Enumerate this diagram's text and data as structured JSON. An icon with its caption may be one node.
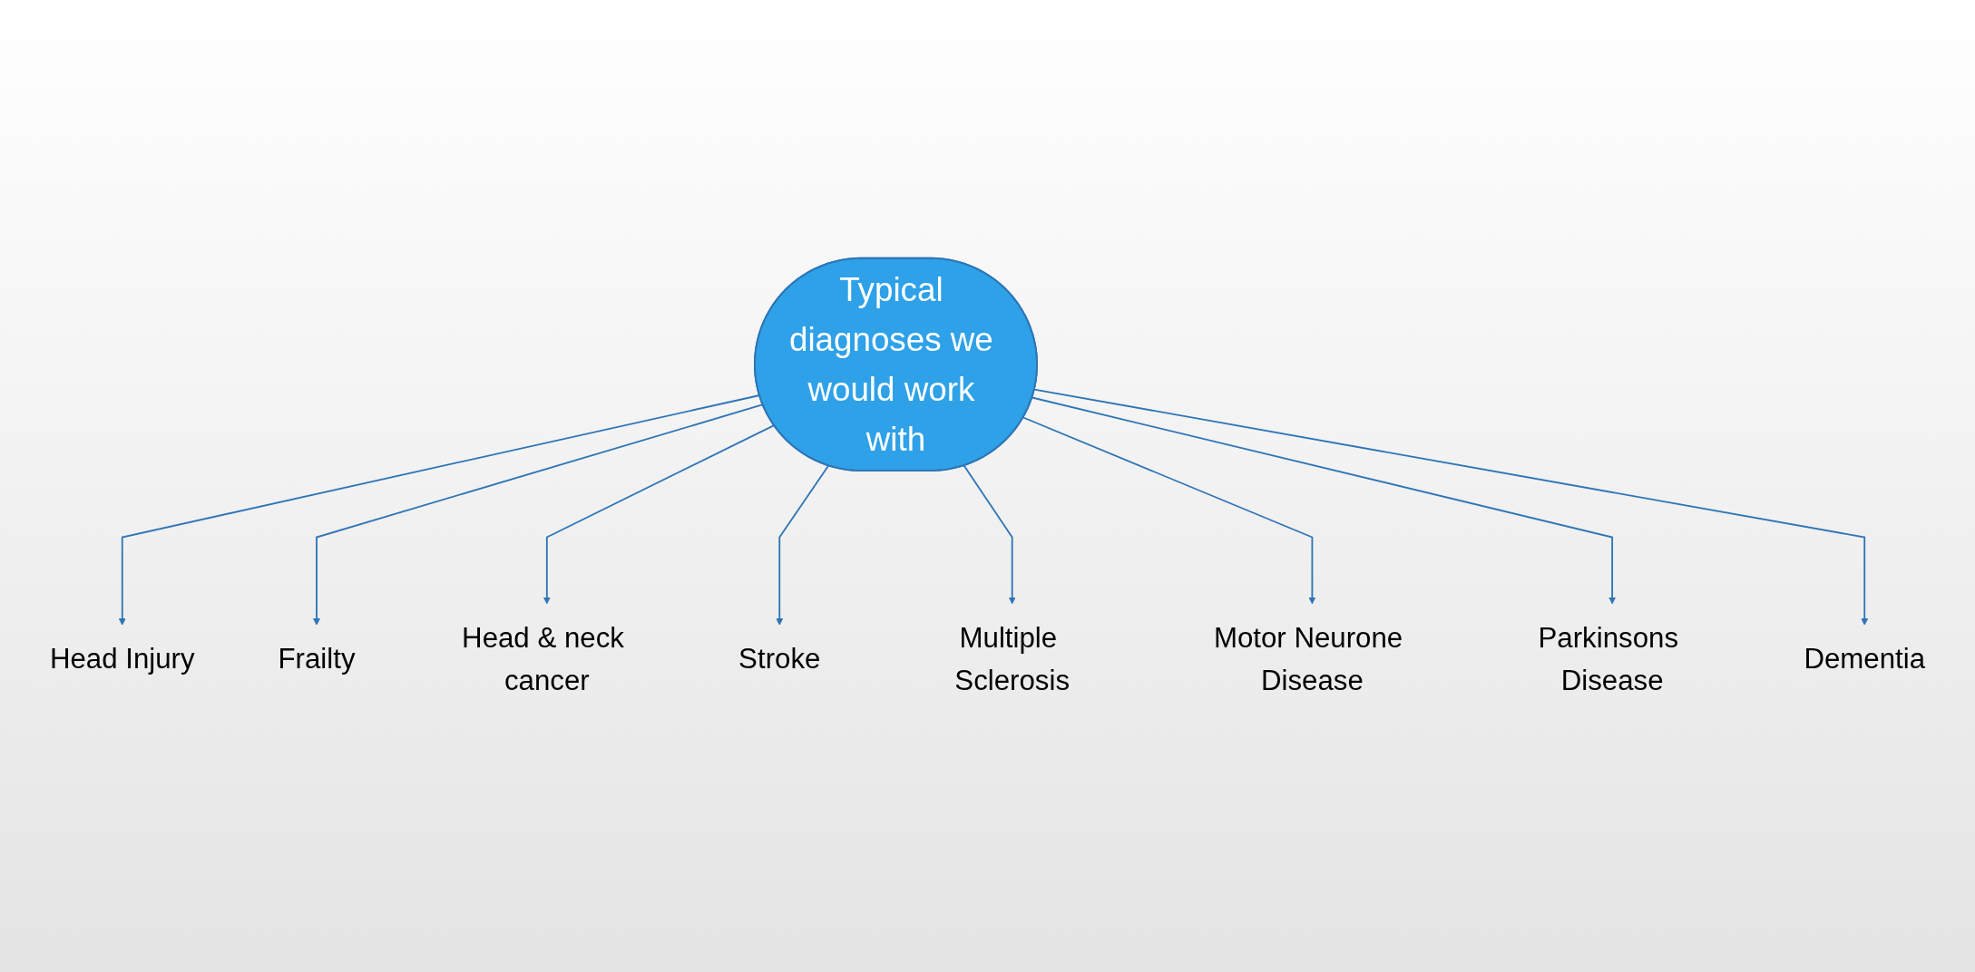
{
  "diagram": {
    "nodes": [
      {
        "text": [
          "Typical diagnoses we would work with"
        ]
      },
      {
        "text": [
          "Head Injury"
        ]
      },
      {
        "text": [
          "Frailty"
        ]
      },
      {
        "text": [
          "Head & neck cancer"
        ]
      },
      {
        "text": [
          "Stroke"
        ]
      },
      {
        "text": [
          "Multiple Sclerosis"
        ]
      },
      {
        "text": [
          "Motor Neurone Disease"
        ]
      },
      {
        "text": [
          "Parkinsons Disease"
        ]
      },
      {
        "text": [
          "Dementia"
        ]
      }
    ],
    "edges": [
      {
        "from": 0,
        "to": 1,
        "arrow": "to"
      },
      {
        "from": 0,
        "to": 2,
        "arrow": "to"
      },
      {
        "from": 0,
        "to": 3,
        "arrow": "to"
      },
      {
        "from": 0,
        "to": 4,
        "arrow": "to"
      },
      {
        "from": 0,
        "to": 5,
        "arrow": "to"
      },
      {
        "from": 0,
        "to": 6,
        "arrow": "to"
      },
      {
        "from": 0,
        "to": 7,
        "arrow": "to"
      },
      {
        "from": 0,
        "to": 8,
        "arrow": "to"
      }
    ]
  }
}
